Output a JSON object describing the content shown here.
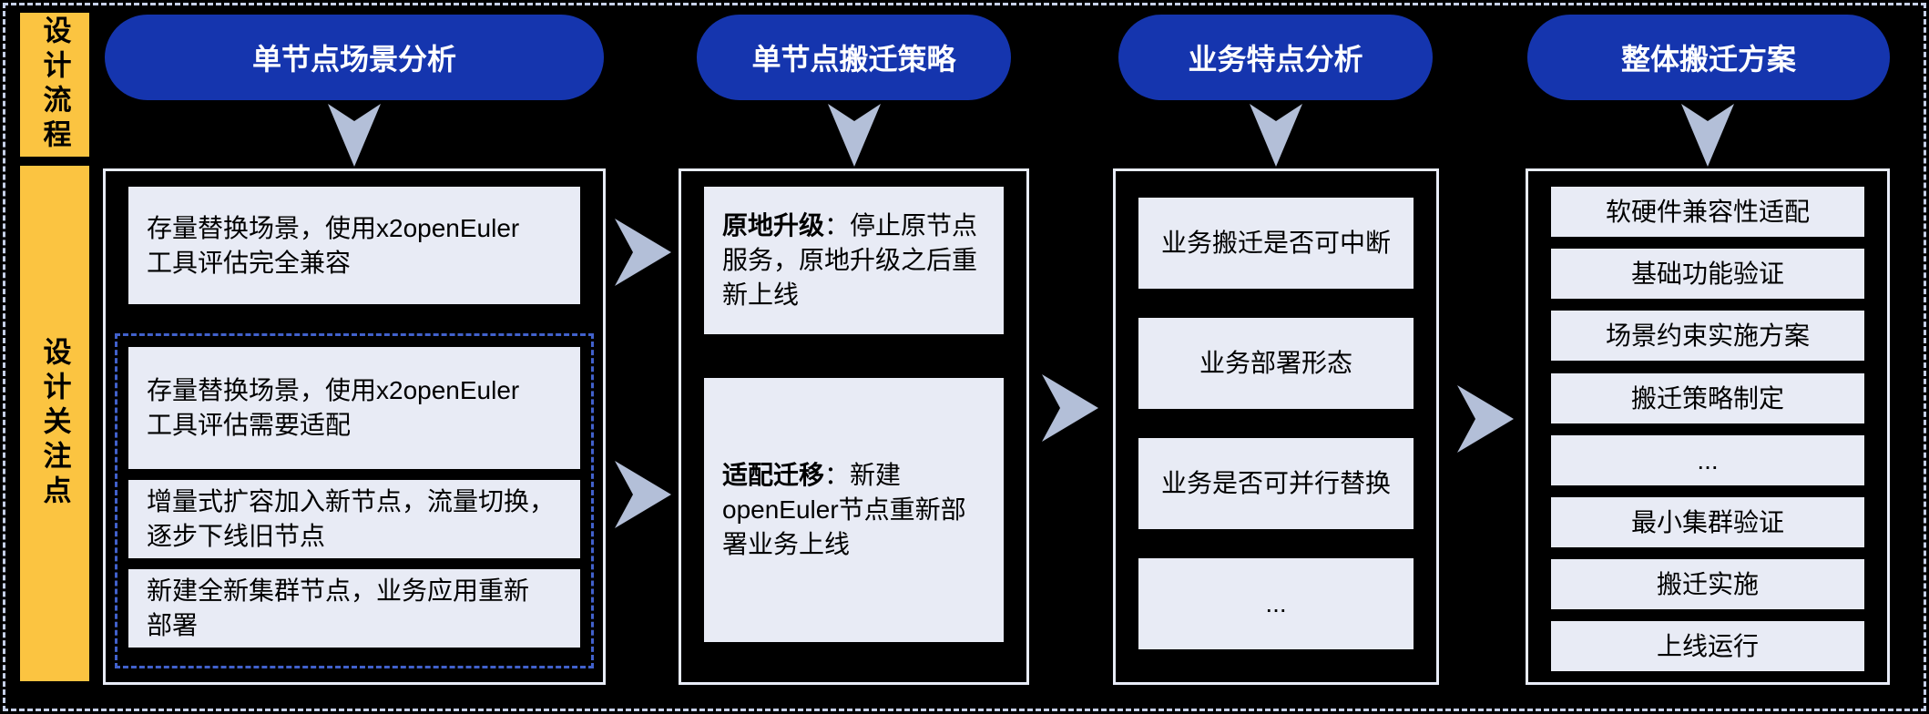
{
  "sidebar": {
    "top_label": "设计流程",
    "bottom_label": "设计关注点"
  },
  "columns": [
    {
      "pill": "单节点场景分析",
      "boxes": [
        "存量替换场景，使用x2openEuler\n工具评估完全兼容"
      ],
      "dashed_group": [
        "存量替换场景，使用x2openEuler\n工具评估需要适配",
        "增量式扩容加入新节点，流量切换，\n逐步下线旧节点",
        "新建全新集群节点，业务应用重新\n部署"
      ]
    },
    {
      "pill": "单节点搬迁策略",
      "boxes": [
        {
          "bold": "原地升级",
          "rest": "：停止原节点\n服务，原地升级之后重\n新上线"
        },
        {
          "bold": "适配迁移",
          "rest": "：新建\nopenEuler节点重新部\n署业务上线"
        }
      ]
    },
    {
      "pill": "业务特点分析",
      "boxes": [
        "业务搬迁是否可中断",
        "业务部署形态",
        "业务是否可并行替换",
        "..."
      ]
    },
    {
      "pill": "整体搬迁方案",
      "boxes": [
        "软硬件兼容性适配",
        "基础功能验证",
        "场景约束实施方案",
        "搬迁策略制定",
        "...",
        "最小集群验证",
        "搬迁实施",
        "上线运行"
      ]
    }
  ],
  "colors": {
    "blue": "#1535AE",
    "yellow": "#FBC441",
    "fill": "#E8EBF5",
    "border": "#E8ECF8",
    "arrow": "#B3BFD8",
    "dashblue": "#4161CC",
    "framedash": "#C6D0E8"
  }
}
